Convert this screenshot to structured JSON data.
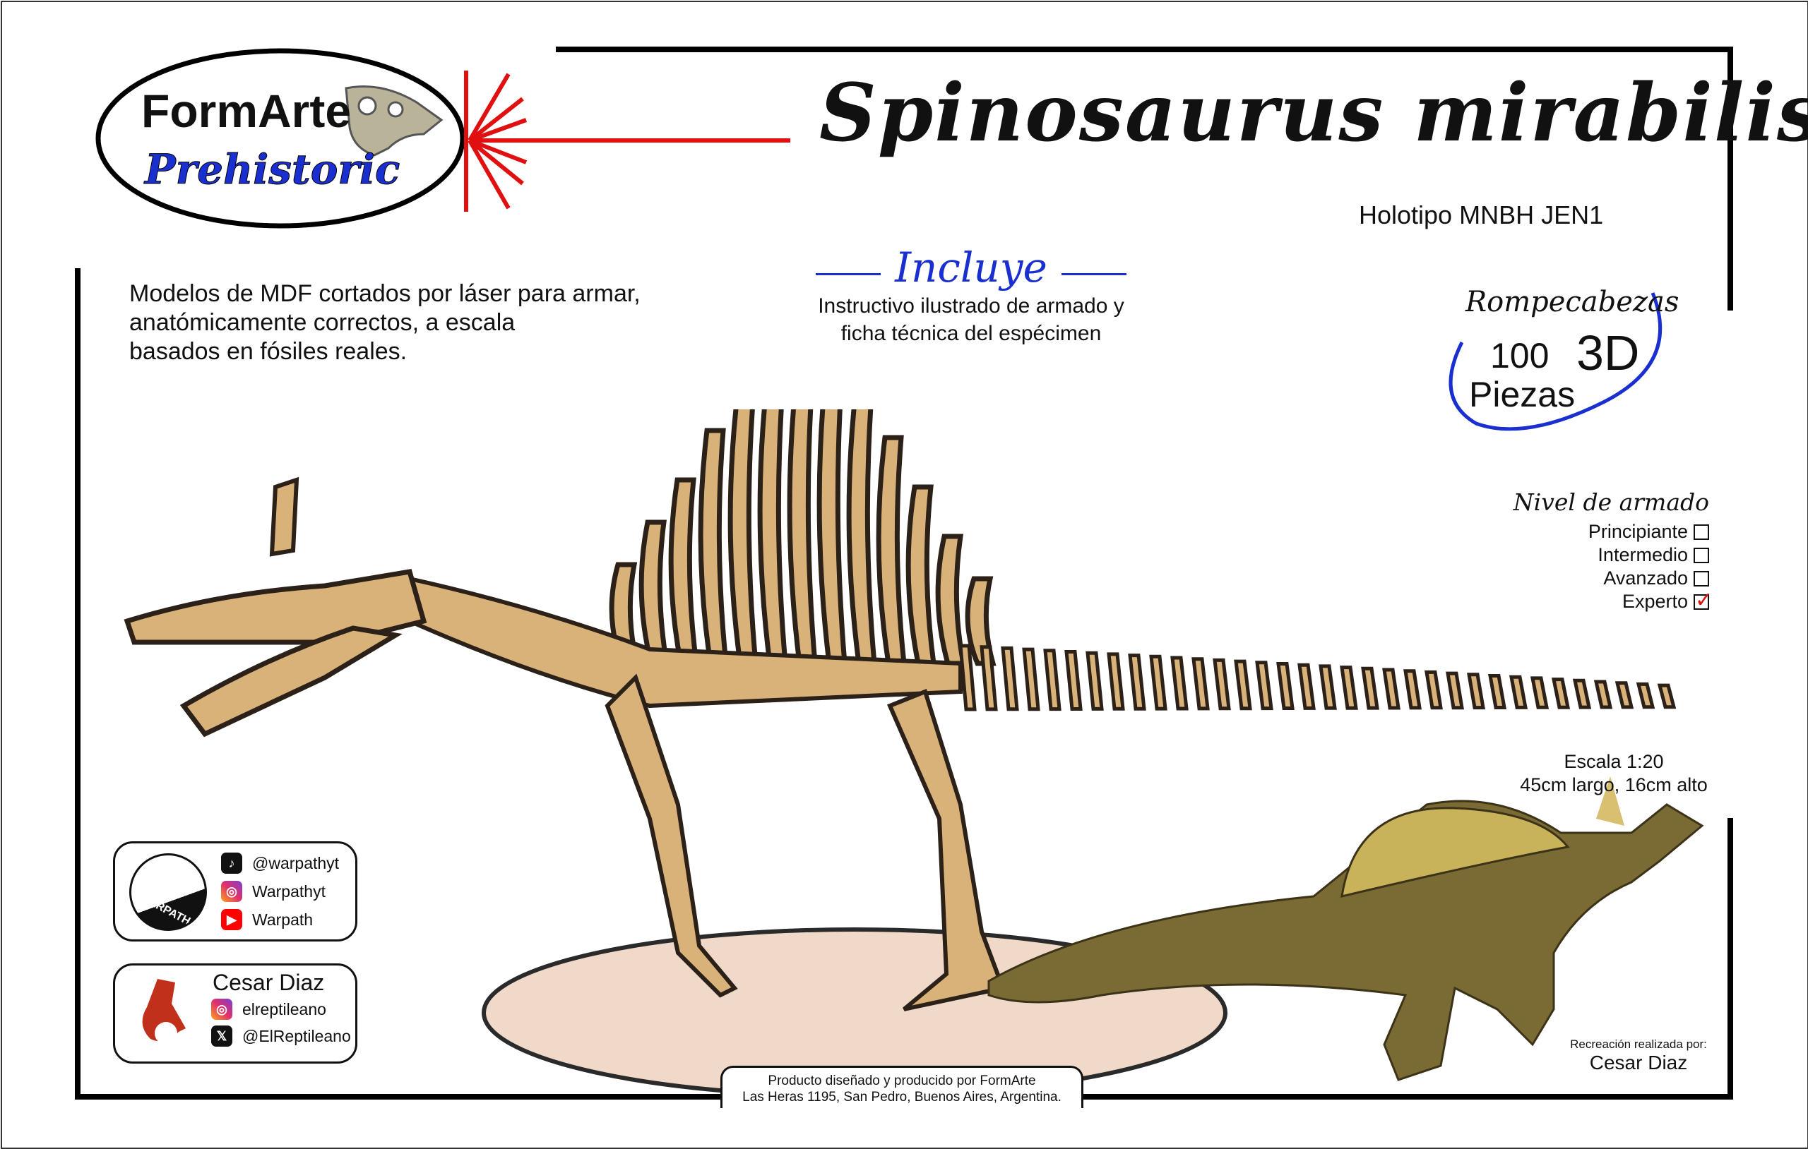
{
  "logo": {
    "brand": "FormArte",
    "subtitle": "Prehistoric"
  },
  "title": "Spinosaurus mirabilis",
  "holotype": "Holotipo MNBH JEN1",
  "description": [
    "Modelos de MDF cortados por láser para armar,",
    "anatómicamente correctos, a escala",
    "basados en fósiles reales."
  ],
  "includes": {
    "heading": "Incluye",
    "lines": [
      "Instructivo ilustrado de armado y",
      "ficha técnica del espécimen"
    ]
  },
  "puzzle": {
    "label": "Rompecabezas",
    "count": "100",
    "kind": "3D",
    "unit": "Piezas"
  },
  "level": {
    "heading": "Nivel de armado",
    "options": [
      {
        "label": "Principiante",
        "checked": false
      },
      {
        "label": "Intermedio",
        "checked": false
      },
      {
        "label": "Avanzado",
        "checked": false
      },
      {
        "label": "Experto",
        "checked": true
      }
    ]
  },
  "scale": {
    "line1": "Escala 1:20",
    "line2": "45cm largo, 16cm alto"
  },
  "recreation": {
    "label": "Recreación realizada por:",
    "author": "Cesar Diaz"
  },
  "social_warpath": {
    "logo_text": "WARPATH",
    "items": [
      {
        "icon": "tiktok-icon",
        "handle": "@warpathyt"
      },
      {
        "icon": "instagram-icon",
        "handle": "Warpathyt"
      },
      {
        "icon": "youtube-icon",
        "handle": "Warpath"
      }
    ]
  },
  "social_author": {
    "name": "Cesar Diaz",
    "items": [
      {
        "icon": "instagram-icon",
        "handle": "elreptileano"
      },
      {
        "icon": "x-icon",
        "handle": "@ElReptileano"
      }
    ]
  },
  "footer": {
    "line1": "Producto diseñado y producido por FormArte",
    "line2": "Las Heras 1195, San Pedro, Buenos Aires, Argentina."
  },
  "colors": {
    "accent_blue": "#1a2fd0",
    "accent_red": "#e01010",
    "wood": "#d9b27a"
  }
}
